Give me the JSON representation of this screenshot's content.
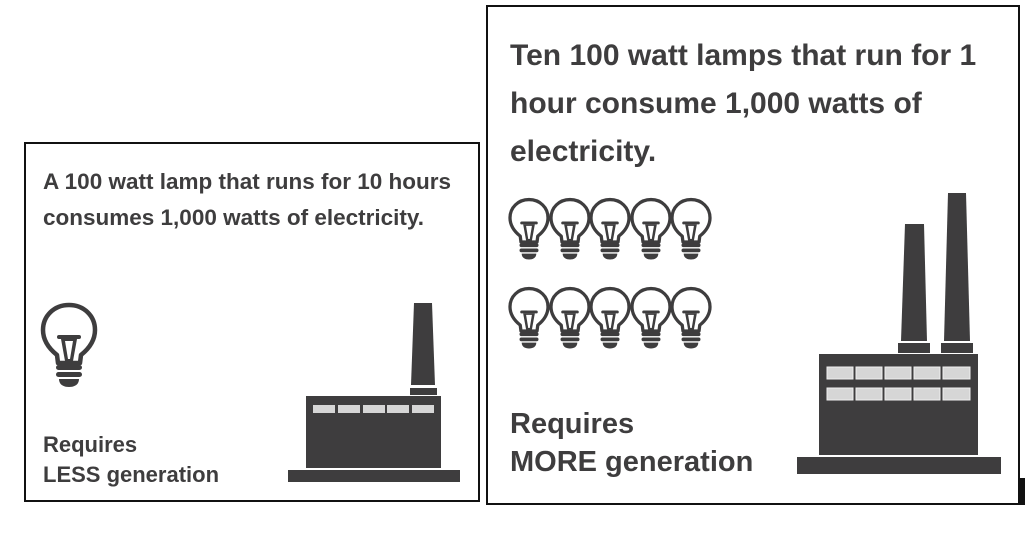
{
  "panels": [
    {
      "title": "A 100 watt lamp that runs for 10 hours consumes 1,000 watts of electricity.",
      "requirement_line1": "Requires",
      "requirement_line2": "LESS generation",
      "lamp_count": 1,
      "chimney_count": 1
    },
    {
      "title": "Ten 100 watt lamps that run for 1 hour consume 1,000 watts of electricity.",
      "requirement_line1": "Requires",
      "requirement_line2": "MORE generation",
      "lamp_count": 10,
      "chimney_count": 2
    }
  ],
  "colors": {
    "icon": "#3e3d3e",
    "window": "#d6d6d6",
    "border": "#111111"
  }
}
